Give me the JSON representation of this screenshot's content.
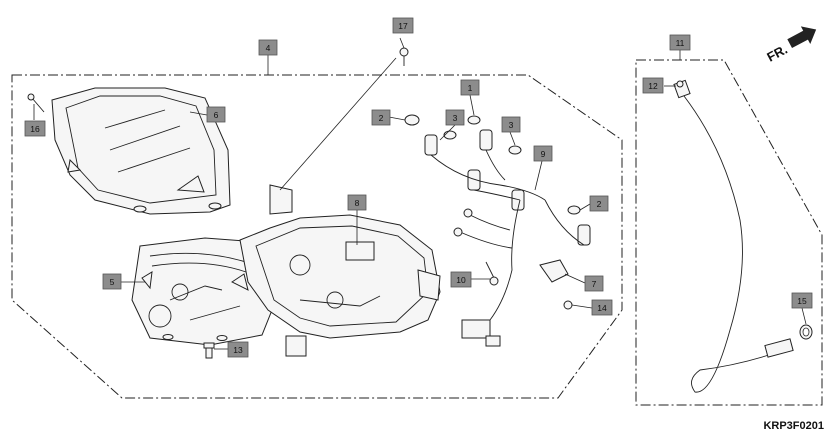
{
  "diagram": {
    "code": "KRP3F0201",
    "direction_label": "FR.",
    "callouts": [
      "1",
      "2",
      "2",
      "3",
      "3",
      "4",
      "5",
      "6",
      "7",
      "8",
      "9",
      "10",
      "11",
      "12",
      "13",
      "14",
      "15",
      "16",
      "17"
    ]
  }
}
